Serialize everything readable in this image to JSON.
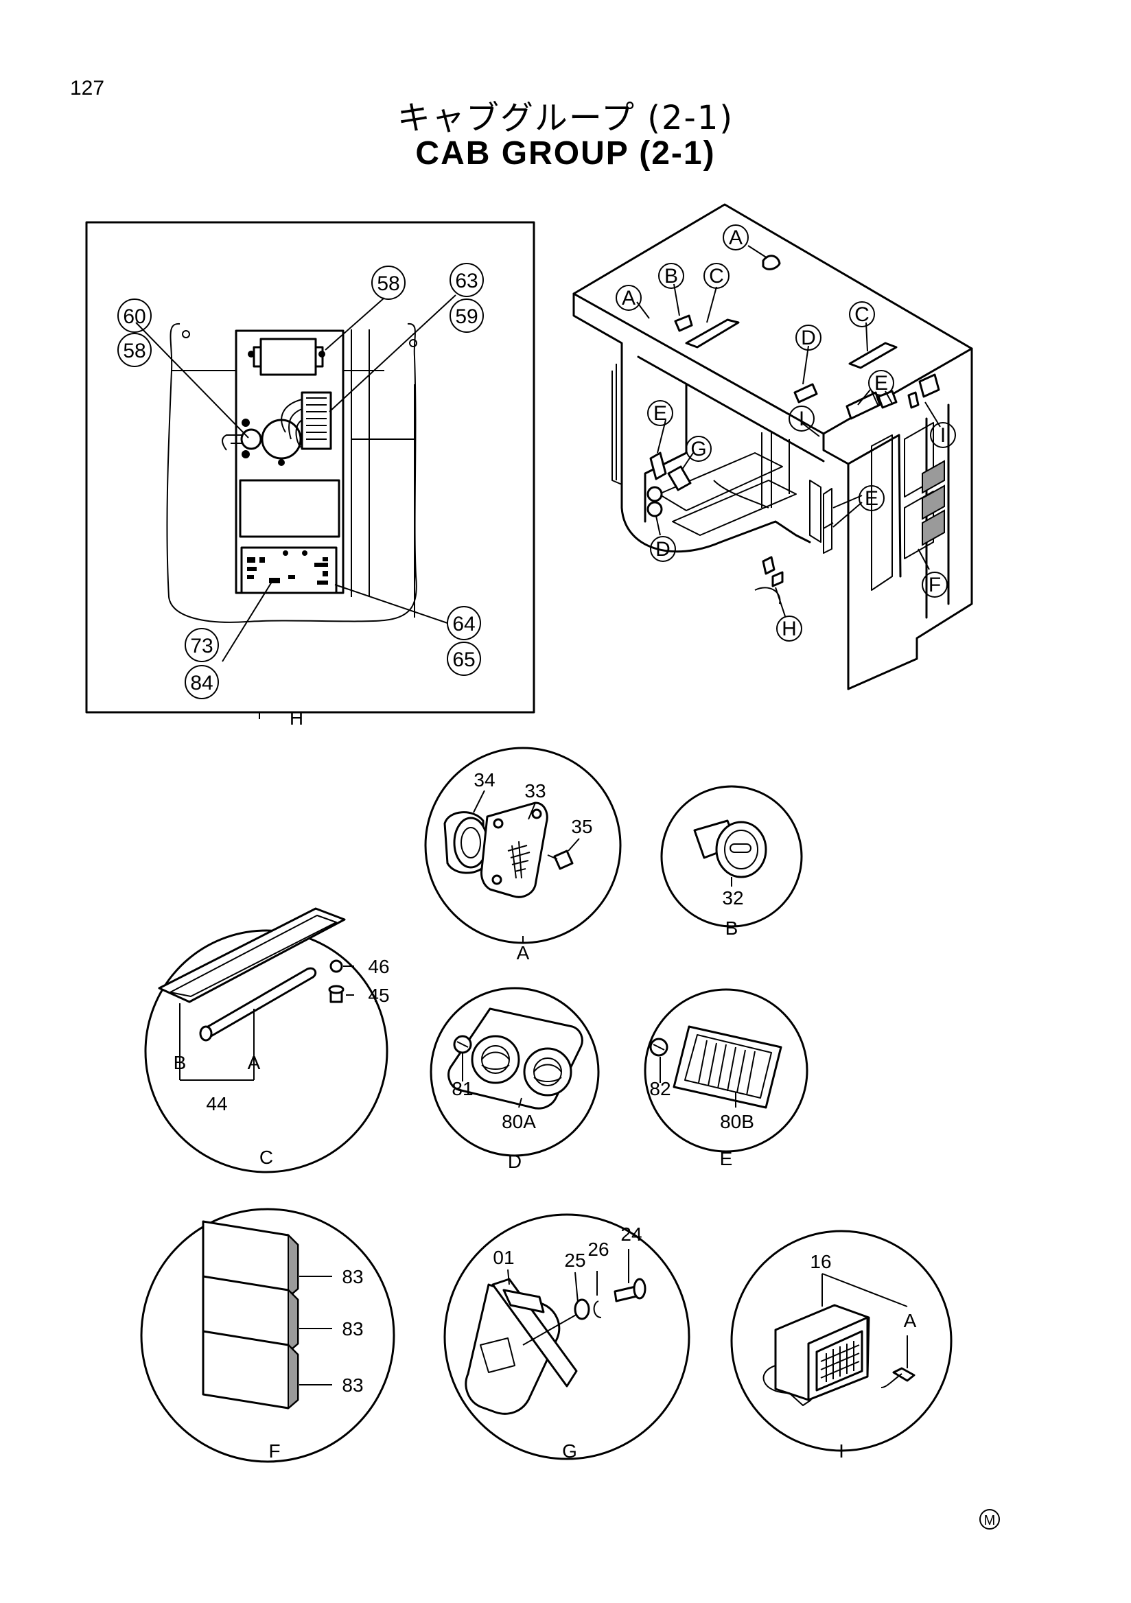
{
  "page_number": "127",
  "title_jp": "キャブグループ (2-1)",
  "title_en": "CAB GROUP (2-1)",
  "corner_mark": "M",
  "panel_h": {
    "label": "H",
    "callouts": [
      "60",
      "58",
      "58",
      "63",
      "59",
      "73",
      "84",
      "64",
      "65"
    ]
  },
  "cab_overview": {
    "letters": [
      "A",
      "A",
      "B",
      "C",
      "C",
      "D",
      "D",
      "E",
      "E",
      "E",
      "G",
      "I",
      "I",
      "H",
      "F"
    ]
  },
  "details": [
    {
      "id": "A",
      "label": "A",
      "parts": [
        "34",
        "33",
        "35"
      ]
    },
    {
      "id": "B",
      "label": "B",
      "parts": [
        "32"
      ]
    },
    {
      "id": "C",
      "label": "C",
      "parts": [
        "46",
        "45",
        "B",
        "A",
        "44"
      ]
    },
    {
      "id": "D",
      "label": "D",
      "parts": [
        "81",
        "80A"
      ]
    },
    {
      "id": "E",
      "label": "E",
      "parts": [
        "82",
        "80B"
      ]
    },
    {
      "id": "F",
      "label": "F",
      "parts": [
        "83",
        "83",
        "83"
      ]
    },
    {
      "id": "G",
      "label": "G",
      "parts": [
        "01",
        "25",
        "26",
        "24"
      ]
    },
    {
      "id": "I",
      "label": "I",
      "parts": [
        "16",
        "A"
      ]
    }
  ]
}
